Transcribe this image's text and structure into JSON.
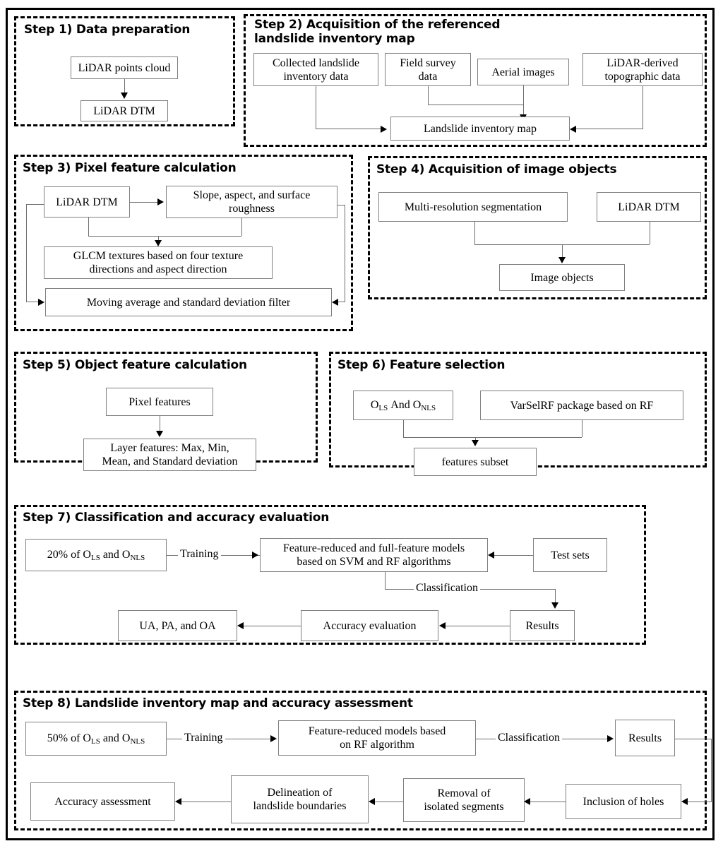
{
  "figure": {
    "kind": "flowchart",
    "description": "Eight-step landslide inventory mapping and accuracy assessment workflow"
  },
  "steps": [
    {
      "id": "step1",
      "title": "Step 1) Data  preparation",
      "nodes": [
        {
          "id": "s1n1",
          "label": "LiDAR points cloud"
        },
        {
          "id": "s1n2",
          "label": "LiDAR DTM"
        }
      ]
    },
    {
      "id": "step2",
      "title": "Step 2) Acquisition of the referenced\nlandslide inventory map",
      "nodes": [
        {
          "id": "s2n1",
          "label": "Collected landslide\ninventory data"
        },
        {
          "id": "s2n2",
          "label": "Field survey\ndata"
        },
        {
          "id": "s2n3",
          "label": "Aerial images"
        },
        {
          "id": "s2n4",
          "label": "LiDAR-derived\ntopographic data"
        },
        {
          "id": "s2n5",
          "label": "Landslide inventory map"
        }
      ]
    },
    {
      "id": "step3",
      "title": "Step 3) Pixel feature calculation",
      "nodes": [
        {
          "id": "s3n1",
          "label": "LiDAR DTM"
        },
        {
          "id": "s3n2",
          "label": "Slope, aspect, and surface\nroughness"
        },
        {
          "id": "s3n3",
          "label": "GLCM textures based on four texture\ndirections and aspect direction"
        },
        {
          "id": "s3n4",
          "label": "Moving average and standard deviation filter"
        }
      ]
    },
    {
      "id": "step4",
      "title": "Step 4) Acquisition of image objects",
      "nodes": [
        {
          "id": "s4n1",
          "label": "Multi-resolution segmentation"
        },
        {
          "id": "s4n2",
          "label": "LiDAR DTM"
        },
        {
          "id": "s4n3",
          "label": "Image objects"
        }
      ]
    },
    {
      "id": "step5",
      "title": "Step 5) Object feature calculation",
      "nodes": [
        {
          "id": "s5n1",
          "label": "Pixel features"
        },
        {
          "id": "s5n2",
          "label": "Layer features: Max, Min,\nMean, and Standard deviation"
        }
      ]
    },
    {
      "id": "step6",
      "title": "Step 6) Feature selection",
      "nodes": [
        {
          "id": "s6n1",
          "label": "O_LS And O_NLS",
          "html": "O<sub>LS</sub> And O<sub>NLS</sub>"
        },
        {
          "id": "s6n2",
          "label": "VarSelRF package based on RF"
        },
        {
          "id": "s6n3",
          "label": "features subset"
        }
      ]
    },
    {
      "id": "step7",
      "title": "Step 7) Classification and accuracy evaluation",
      "nodes": [
        {
          "id": "s7n1",
          "label": "20% of O_LS and O_NLS",
          "html": "20% of O<sub>LS</sub> and O<sub>NLS</sub>"
        },
        {
          "id": "s7n2",
          "label": "Feature-reduced and full-feature models\nbased on SVM and RF algorithms"
        },
        {
          "id": "s7n3",
          "label": "Test sets"
        },
        {
          "id": "s7n4",
          "label": "Results"
        },
        {
          "id": "s7n5",
          "label": "Accuracy evaluation"
        },
        {
          "id": "s7n6",
          "label": "UA, PA, and OA"
        }
      ],
      "edge_labels": [
        {
          "id": "s7e1",
          "label": "Training"
        },
        {
          "id": "s7e2",
          "label": "Classification"
        }
      ]
    },
    {
      "id": "step8",
      "title": "Step 8) Landslide inventory map and accuracy assessment",
      "nodes": [
        {
          "id": "s8n1",
          "label": "50% of O_LS and O_NLS",
          "html": "50% of O<sub>LS</sub> and O<sub>NLS</sub>"
        },
        {
          "id": "s8n2",
          "label": "Feature-reduced models based\non RF algorithm"
        },
        {
          "id": "s8n3",
          "label": "Results"
        },
        {
          "id": "s8n4",
          "label": "Inclusion of holes"
        },
        {
          "id": "s8n5",
          "label": "Removal of\nisolated segments"
        },
        {
          "id": "s8n6",
          "label": "Delineation of\nlandslide boundaries"
        },
        {
          "id": "s8n7",
          "label": "Accuracy assessment"
        }
      ],
      "edge_labels": [
        {
          "id": "s8e1",
          "label": "Training"
        },
        {
          "id": "s8e2",
          "label": "Classification"
        }
      ]
    }
  ],
  "colors": {
    "frame": "#000000",
    "node_border": "#808080",
    "connector": "#6e6e6e",
    "text": "#000000",
    "background": "#ffffff"
  }
}
